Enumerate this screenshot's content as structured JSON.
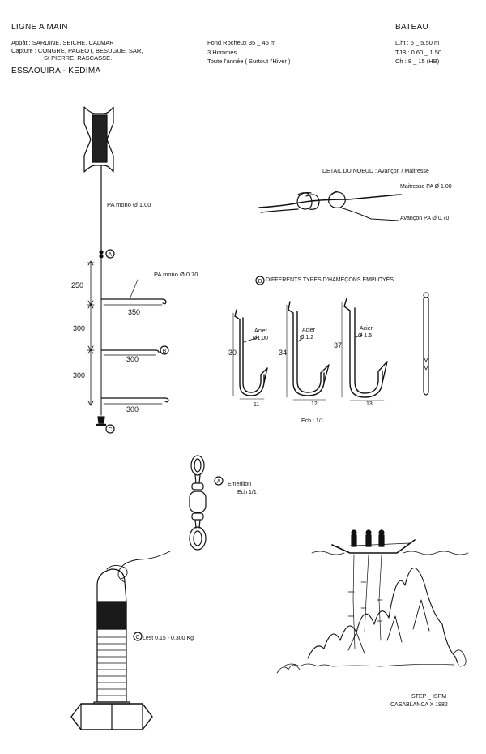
{
  "header": {
    "title": "LIGNE A MAIN",
    "appat": "Appât : SARDINE, SEICHE, CALMAR",
    "capture_1": "Capture : CONGRE, PAGEOT, BESUGUE, SAR,",
    "capture_2": "St PIERRE, RASCASSE.",
    "location": "ESSAOUIRA - KEDIMA",
    "fond": "Fond Rocheux 35 _ 45 m",
    "hommes": "3 Hommes",
    "saison": "Toute l'année ( Surtout l'Hiver )",
    "bateau_title": "BATEAU",
    "lht": "L.ht : 5 _ 5.50 m",
    "tjb": "TJB : 0.60 _ 1.50",
    "ch": "Ch : 8 _ 15 (HB)"
  },
  "line": {
    "mainline": "PA mono Ø 1.00",
    "branchline": "PA mono Ø 0.70",
    "dim_250": "250",
    "dim_300a": "300",
    "dim_300b": "300",
    "len_350": "350",
    "len_300a": "300",
    "len_300b": "300",
    "marker_a": "A",
    "marker_b": "B",
    "marker_c": "C"
  },
  "knot": {
    "title": "DETAIL DU NOEUD : Avançon / Maitresse",
    "maitresse": "Maitresse PA Ø 1.00",
    "avancon": "Avançon PA Ø 0.70"
  },
  "hooks": {
    "title": "DIFFERENTS TYPES D'HAMEÇONS EMPLOYÉS",
    "marker": "B",
    "items": [
      {
        "material": "Acier",
        "diameter": "Ø1.00",
        "height": "30",
        "width": "11"
      },
      {
        "material": "Acier",
        "diameter": "Ø 1.2",
        "height": "34",
        "width": "12"
      },
      {
        "material": "Acier",
        "diameter": "Ø 1.5",
        "height": "37",
        "width": "13"
      }
    ],
    "scale": "Ech : 1/1"
  },
  "swivel": {
    "marker": "A",
    "name": "Emerillon",
    "scale": "Ech 1/1"
  },
  "sinker": {
    "marker": "C",
    "label": "Lest  0.15 - 0.300 Kg"
  },
  "credits": {
    "line1": "STEP _ ISPM",
    "line2": "CASABLANCA  X  1982"
  }
}
